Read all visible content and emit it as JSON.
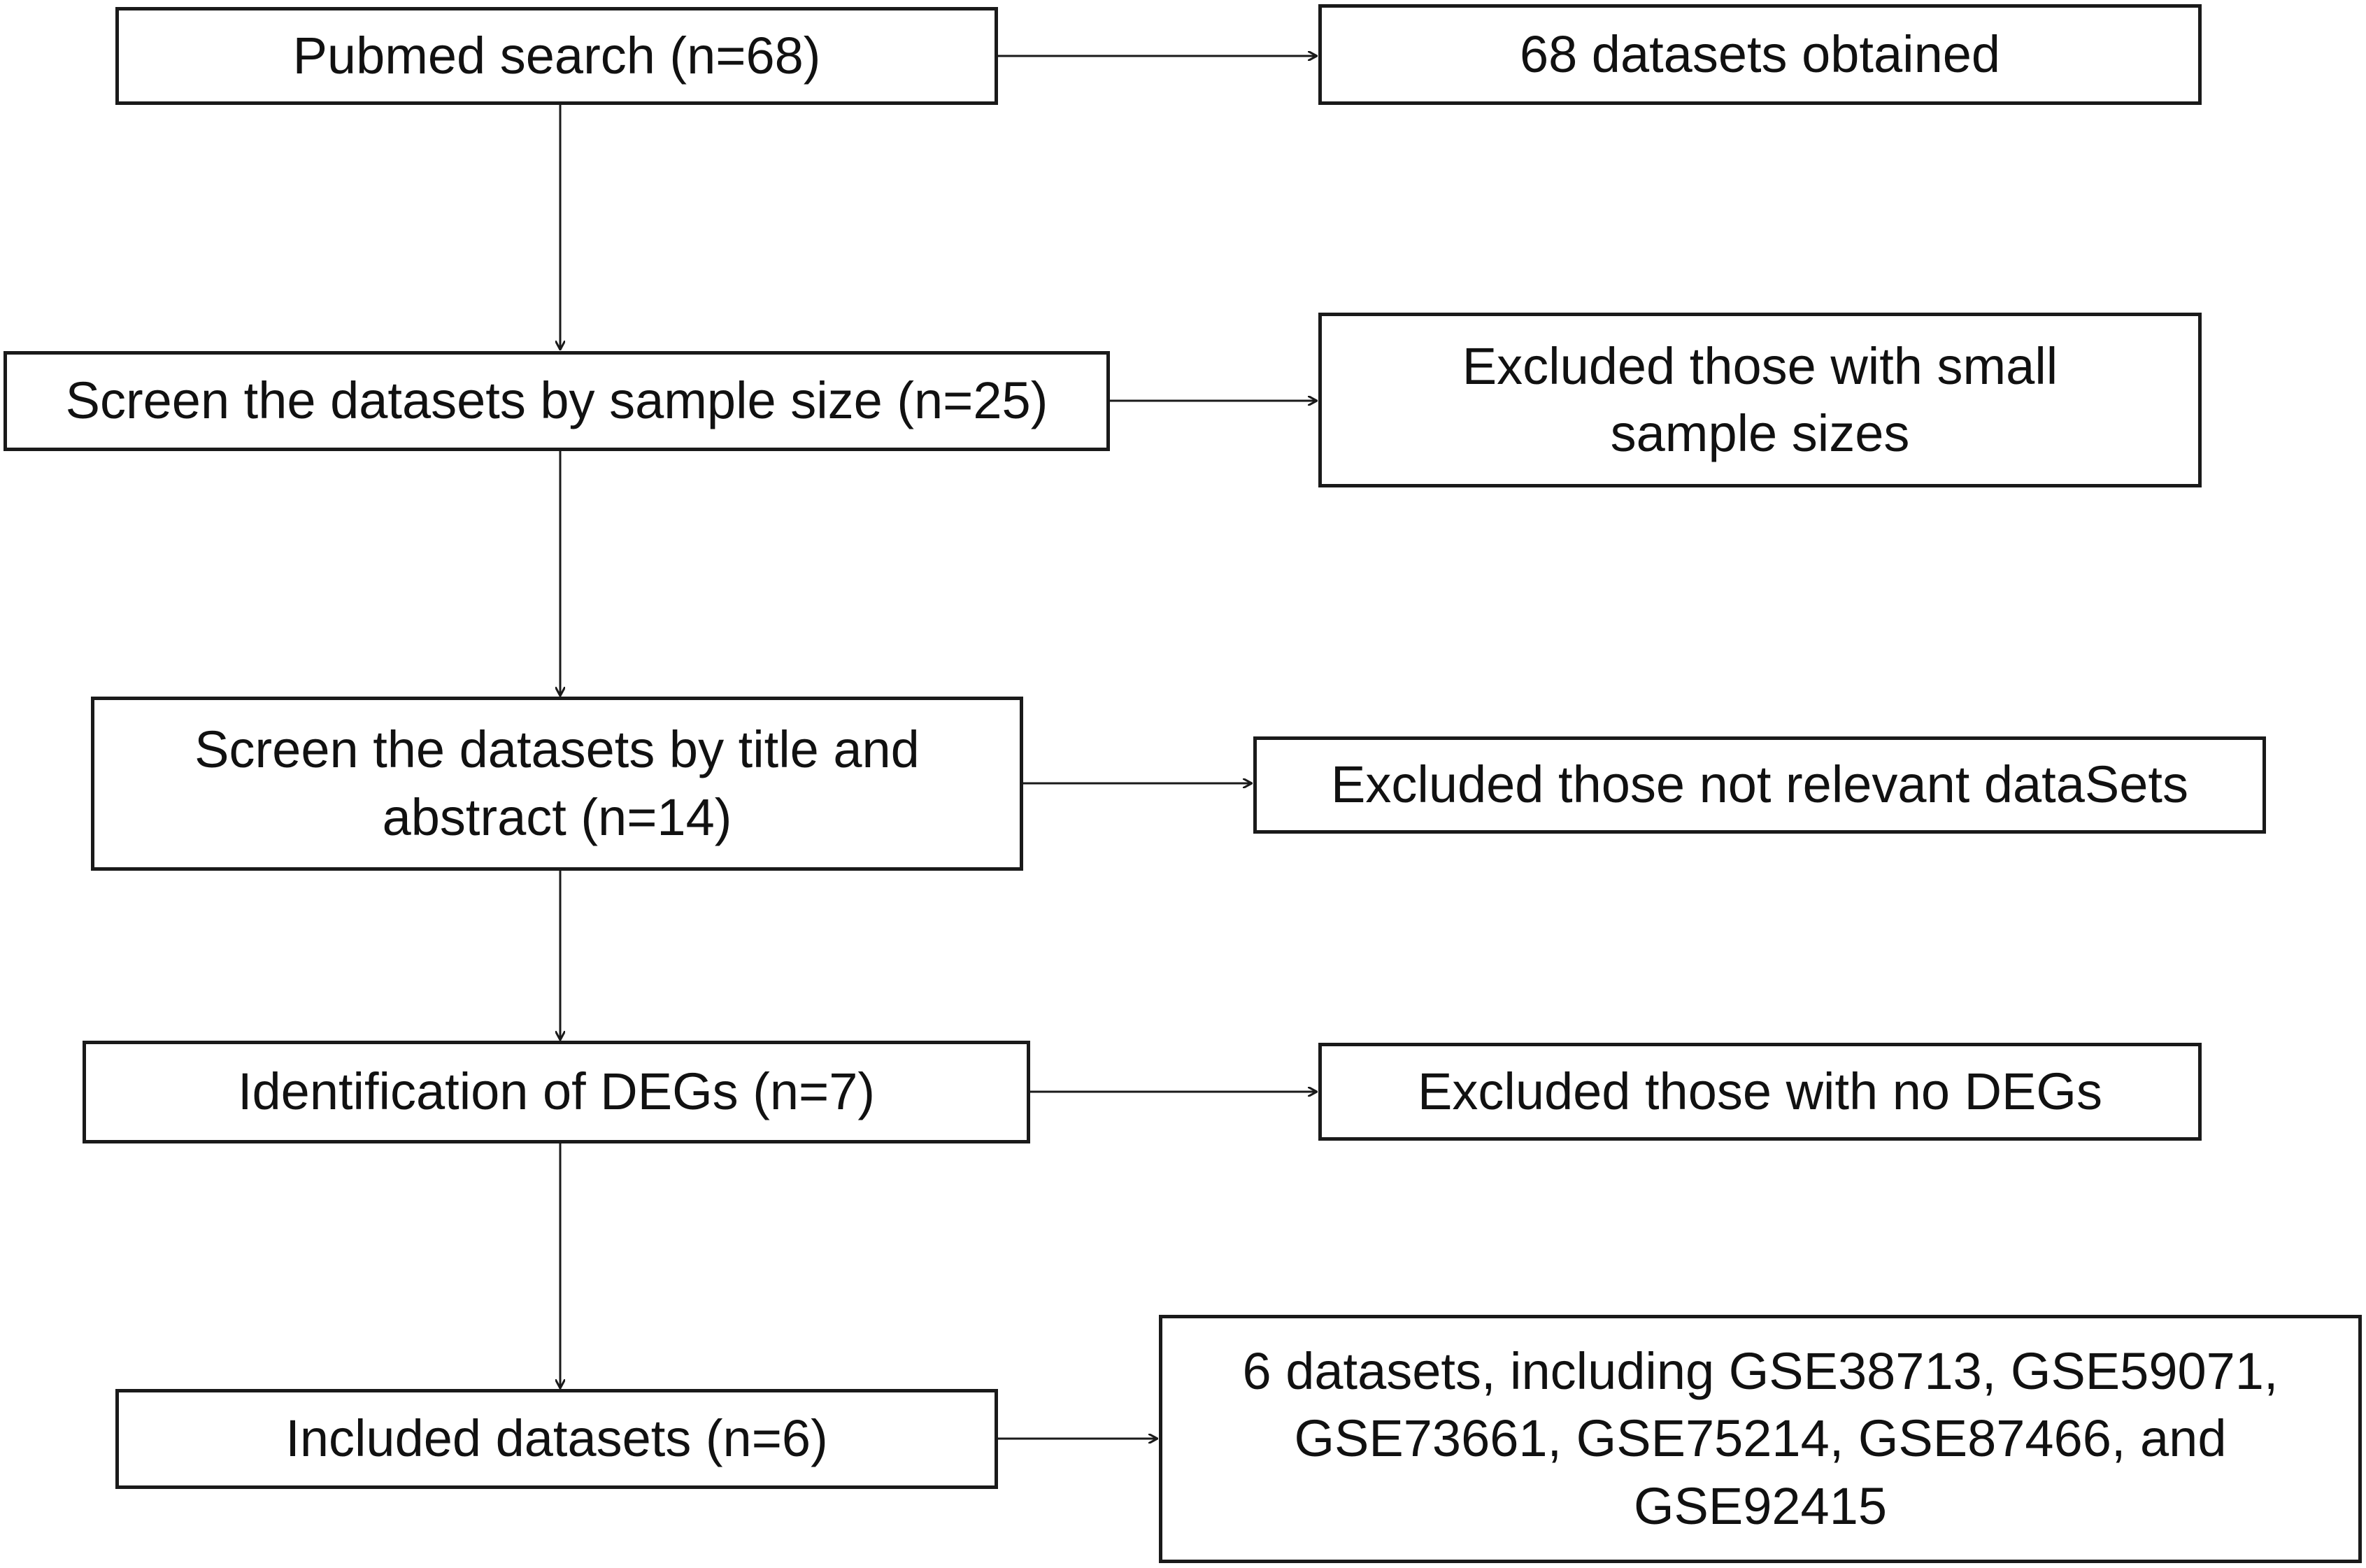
{
  "left_column": {
    "pubmed_search": "Pubmed search (n=68)",
    "screen_sample_size": "Screen the datasets by sample size (n=25)",
    "screen_title_abstract": "Screen the datasets by title and abstract (n=14)",
    "identification_degs": "Identification of DEGs (n=7)",
    "included_datasets": "Included datasets (n=6)"
  },
  "right_column": {
    "datasets_obtained": "68 datasets obtained",
    "excluded_small_samples": "Excluded those with small sample sizes",
    "excluded_not_relevant": "Excluded those not relevant dataSets",
    "excluded_no_degs": "Excluded those with no DEGs",
    "final_datasets": "6 datasets, including GSE38713, GSE59071, GSE73661, GSE75214, GSE87466, and GSE92415"
  }
}
